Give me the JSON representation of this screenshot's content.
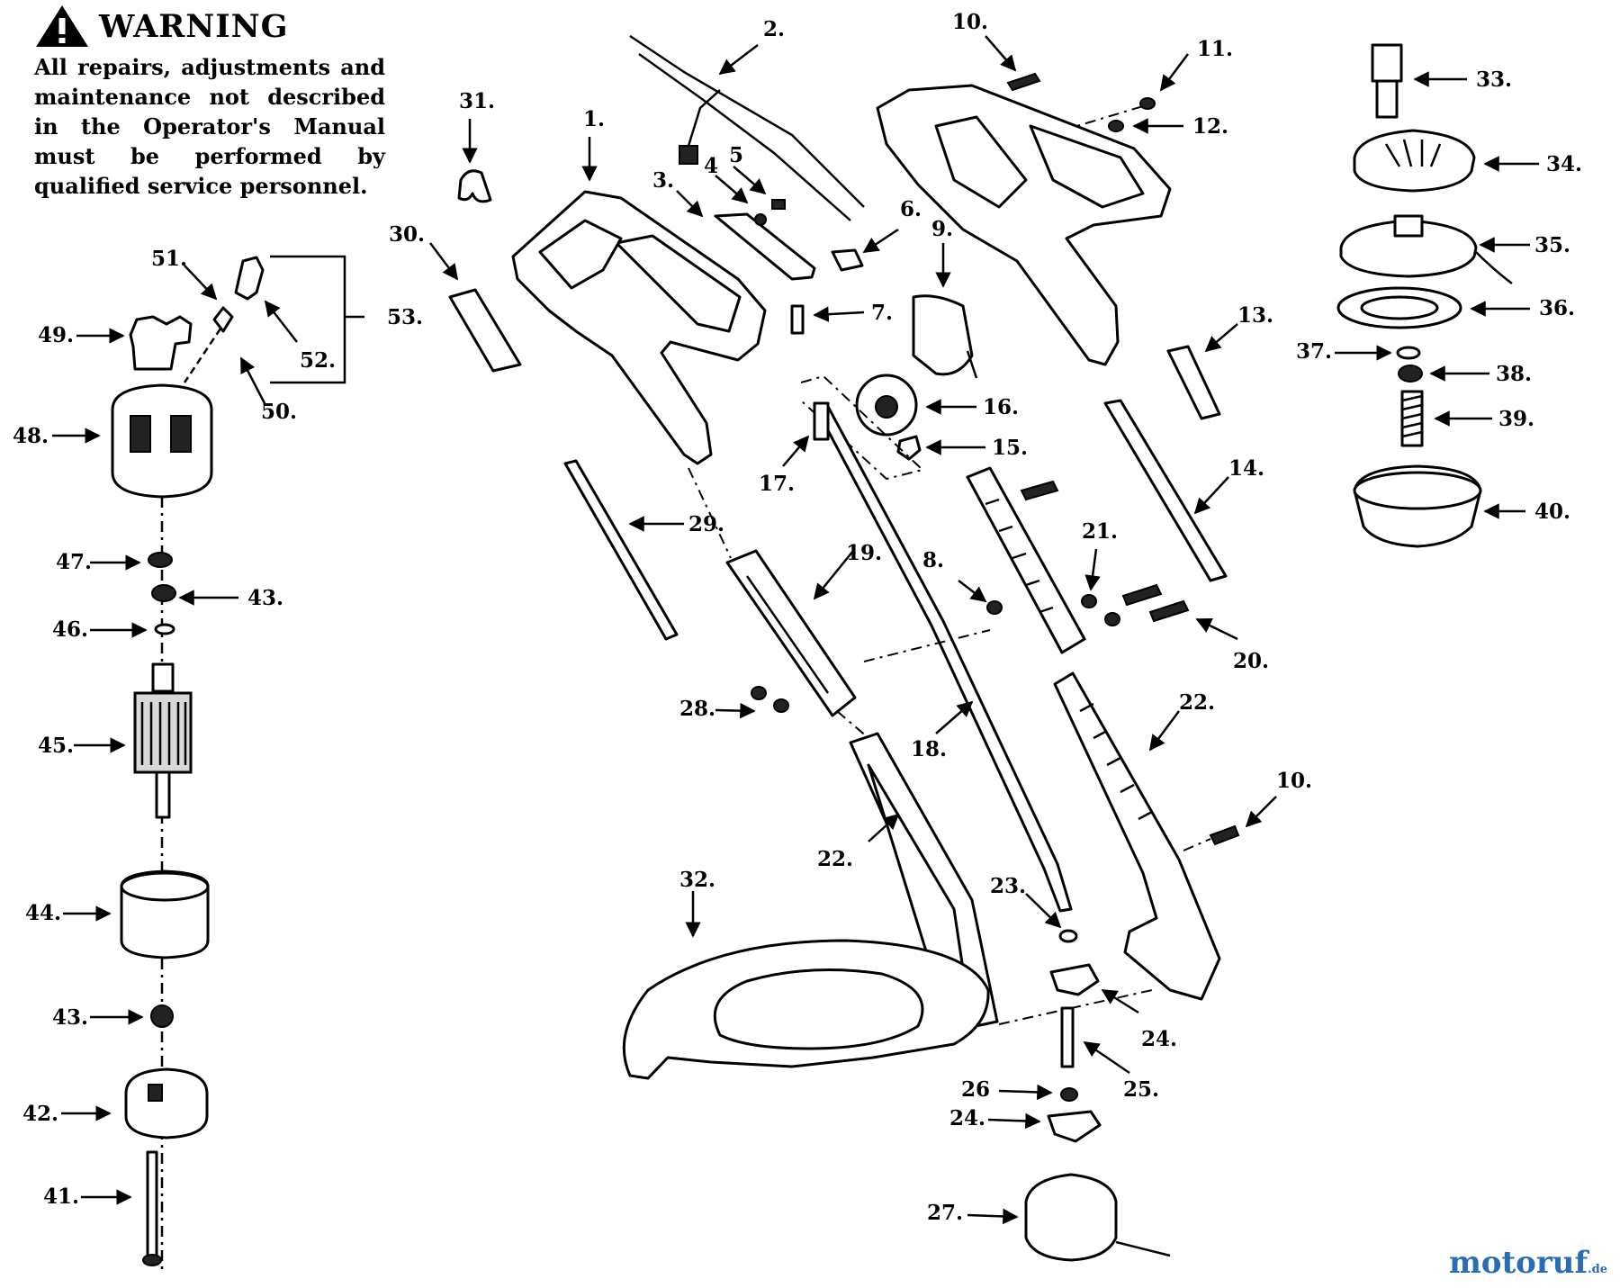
{
  "warning": {
    "title": "WARNING",
    "text": "All repairs, adjustments and maintenance not described in the Operator's Manual must be performed by qualified service personnel.",
    "icon": "warning-triangle-icon"
  },
  "callouts": [
    "1.",
    "2.",
    "3.",
    "4",
    "5",
    "6.",
    "7.",
    "8.",
    "9.",
    "10.",
    "11.",
    "12.",
    "13.",
    "14.",
    "15.",
    "16.",
    "17.",
    "18.",
    "19.",
    "20.",
    "21.",
    "22.",
    "23.",
    "24.",
    "25.",
    "26",
    "27.",
    "28.",
    "29.",
    "30.",
    "31.",
    "32.",
    "33.",
    "34.",
    "35.",
    "36.",
    "37.",
    "38.",
    "39.",
    "40.",
    "41.",
    "42.",
    "43.",
    "44.",
    "45.",
    "46.",
    "47.",
    "48.",
    "49.",
    "50.",
    "51.",
    "52.",
    "53."
  ],
  "brand": {
    "name_main": "motoruf",
    "name_tld": ".de",
    "color_main": "#2a6db3",
    "color_accent": "#e0701c"
  }
}
